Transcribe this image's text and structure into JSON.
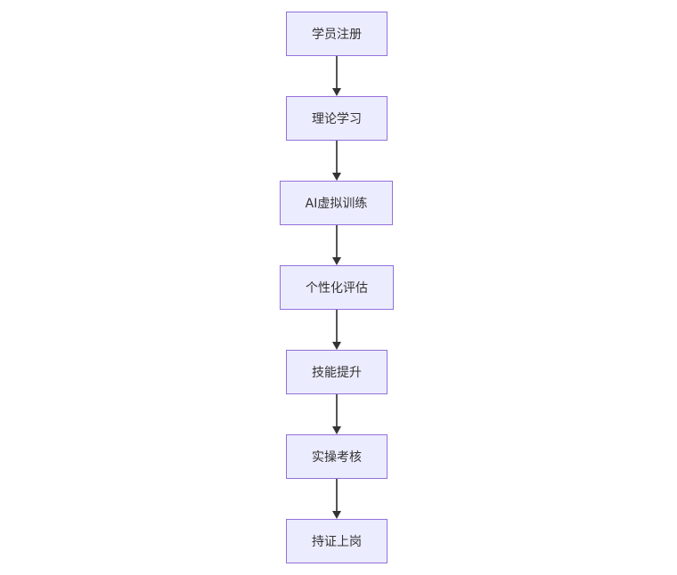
{
  "flowchart": {
    "nodes": [
      {
        "id": "register",
        "label": "学员注册"
      },
      {
        "id": "theory",
        "label": "理论学习"
      },
      {
        "id": "ai_training",
        "label": "AI虚拟训练"
      },
      {
        "id": "assessment",
        "label": "个性化评估"
      },
      {
        "id": "improve",
        "label": "技能提升"
      },
      {
        "id": "practical_exam",
        "label": "实操考核"
      },
      {
        "id": "certified",
        "label": "持证上岗"
      }
    ],
    "edges": [
      {
        "from": "register",
        "to": "theory"
      },
      {
        "from": "theory",
        "to": "ai_training"
      },
      {
        "from": "ai_training",
        "to": "assessment"
      },
      {
        "from": "assessment",
        "to": "improve"
      },
      {
        "from": "improve",
        "to": "practical_exam"
      },
      {
        "from": "practical_exam",
        "to": "certified"
      }
    ],
    "colors": {
      "node_fill": "#ECECFF",
      "node_border": "#9370DB",
      "edge": "#333333"
    }
  }
}
